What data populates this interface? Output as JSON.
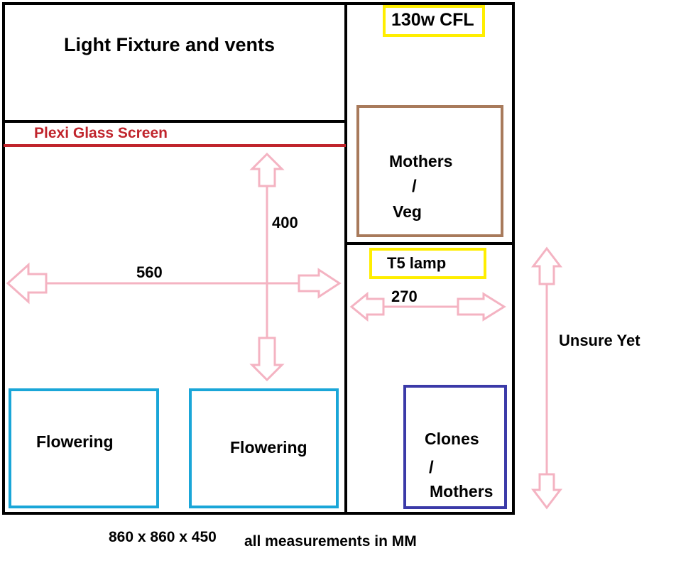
{
  "diagram": {
    "top_panel_label": "Light Fixture and vents",
    "cfl_label": "130w CFL",
    "screen_label": "Plexi Glass Screen",
    "mothers_veg": {
      "line1": "Mothers",
      "line2": "/",
      "line3": "Veg"
    },
    "t5_label": "T5 lamp",
    "dim_height": "400",
    "dim_width_main": "560",
    "dim_width_side": "270",
    "unsure_label": "Unsure Yet",
    "flowering_left": "Flowering",
    "flowering_right": "Flowering",
    "clones_mothers": {
      "line1": "Clones",
      "line2": "/",
      "line3": "Mothers"
    },
    "footer_dims": "860 x 860 x 450",
    "footer_units": "all measurements in MM"
  },
  "colors": {
    "outline": "#000000",
    "screen_line": "#c0242c",
    "cfl_box": "#ffee00",
    "t5_box": "#ffee00",
    "mothers_box": "#a87a5b",
    "flowering_box": "#1aa6d8",
    "clones_box": "#3b3aa8",
    "arrows": "#f4b3c2"
  }
}
